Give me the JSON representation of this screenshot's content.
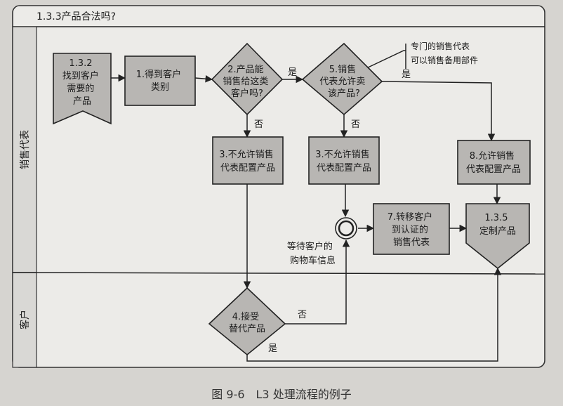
{
  "title": "1.3.3产品合法吗?",
  "lanes": {
    "top": "销售代表",
    "bottom": "客户"
  },
  "nodes": {
    "start": [
      "1.3.2",
      "找到客户",
      "需要的",
      "产品"
    ],
    "step1": [
      "1.得到客户",
      "类别"
    ],
    "d2": [
      "2.产品能",
      "销售给这类",
      "客户吗?"
    ],
    "d5": [
      "5.销售",
      "代表允许卖",
      "该产品?"
    ],
    "step3a": [
      "3.不允许销售",
      "代表配置产品"
    ],
    "step3b": [
      "3.不允许销售",
      "代表配置产品"
    ],
    "step8": [
      "8.允许销售",
      "代表配置产品"
    ],
    "step7": [
      "7.转移客户",
      "到认证的",
      "销售代表"
    ],
    "end": [
      "1.3.5",
      "定制产品"
    ],
    "d4": [
      "4.接受",
      "替代产品"
    ]
  },
  "labels": {
    "yes_d2": "是",
    "no_d2": "否",
    "no_d5": "否",
    "yes_d5": "是",
    "note": [
      "专门的销售代表",
      "可以销售备用部件"
    ],
    "wait": [
      "等待客户的",
      "购物车信息"
    ],
    "no_d4": "否",
    "yes_d4": "是"
  },
  "caption": "图 9-6　L3 处理流程的例子"
}
